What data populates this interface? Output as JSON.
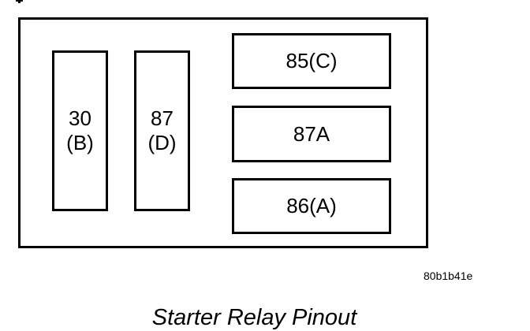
{
  "figure": {
    "caption": "Starter Relay Pinout",
    "code": "80b1b41e",
    "relay": {
      "pins": [
        {
          "name": "pin-30-b",
          "line1": "30",
          "line2": "(B)",
          "orientation": "vertical"
        },
        {
          "name": "pin-87-d",
          "line1": "87",
          "line2": "(D)",
          "orientation": "vertical"
        },
        {
          "name": "pin-85-c",
          "label": "85(C)",
          "orientation": "horizontal"
        },
        {
          "name": "pin-87a",
          "label": "87A",
          "orientation": "horizontal"
        },
        {
          "name": "pin-86-a",
          "label": "86(A)",
          "orientation": "horizontal"
        }
      ]
    },
    "colors": {
      "line": "#000000",
      "background": "#ffffff",
      "text": "#000000"
    }
  }
}
